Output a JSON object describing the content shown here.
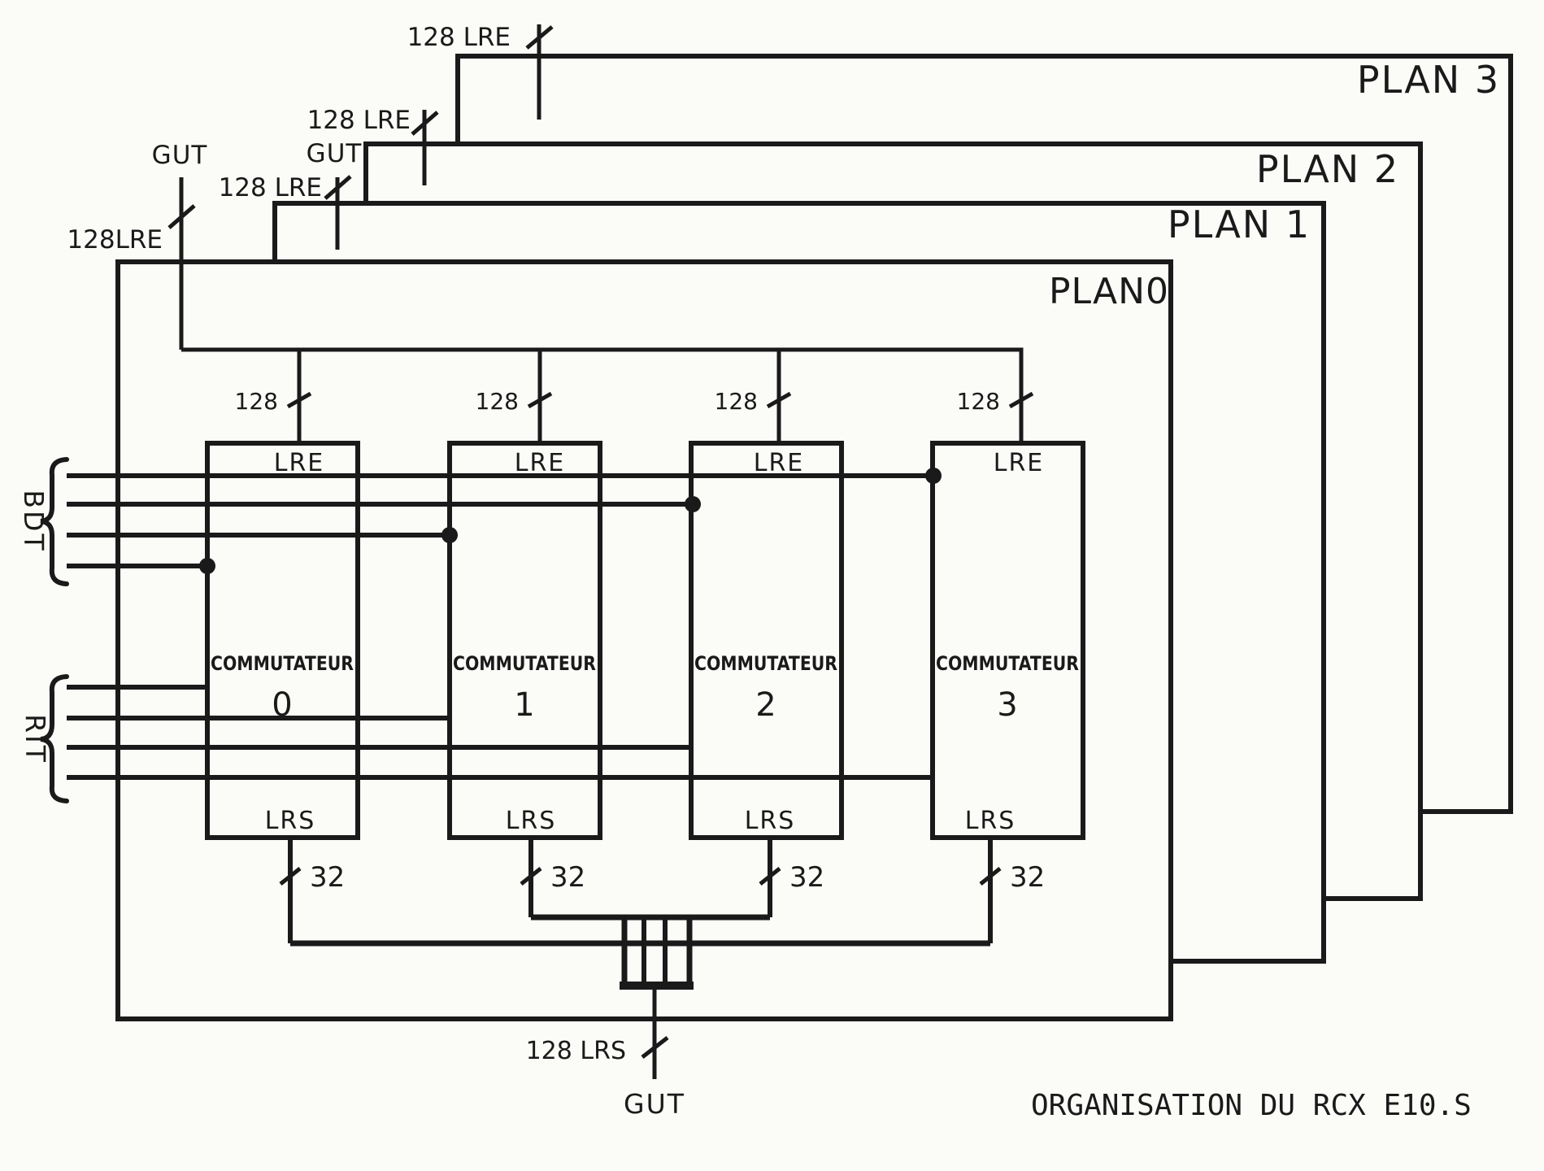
{
  "page": {
    "kind": "scanned engineering diagram",
    "background_color": "#fbfbf8",
    "ink_color": "#1a1a1a"
  },
  "title": "ORGANISATION DU RCX E10.S",
  "planes": {
    "plan3": {
      "label": "PLAN 3",
      "feed_label": "128 LRE"
    },
    "plan2": {
      "label": "PLAN 2",
      "feed_label": "128 LRE"
    },
    "plan1": {
      "label": "PLAN 1",
      "feed_label": "128 LRE",
      "gut_label": "GUT"
    },
    "plan0": {
      "label": "PLAN0",
      "feed_label": "128LRE",
      "gut_label": "GUT"
    }
  },
  "buses": {
    "bdt_label": "BDT",
    "rit_label": "RIT"
  },
  "commutateurs": {
    "units": [
      {
        "name": "COMMUTATEUR",
        "number": "0",
        "in_label": "LRE",
        "out_label": "LRS",
        "in_count": "128",
        "out_count": "32"
      },
      {
        "name": "COMMUTATEUR",
        "number": "1",
        "in_label": "LRE",
        "out_label": "LRS",
        "in_count": "128",
        "out_count": "32"
      },
      {
        "name": "COMMUTATEUR",
        "number": "2",
        "in_label": "LRE",
        "out_label": "LRS",
        "in_count": "128",
        "out_count": "32"
      },
      {
        "name": "COMMUTATEUR",
        "number": "3",
        "in_label": "LRE",
        "out_label": "LRS",
        "in_count": "128",
        "out_count": "32"
      }
    ]
  },
  "output": {
    "count_label": "128 LRS",
    "gut_label": "GUT"
  }
}
